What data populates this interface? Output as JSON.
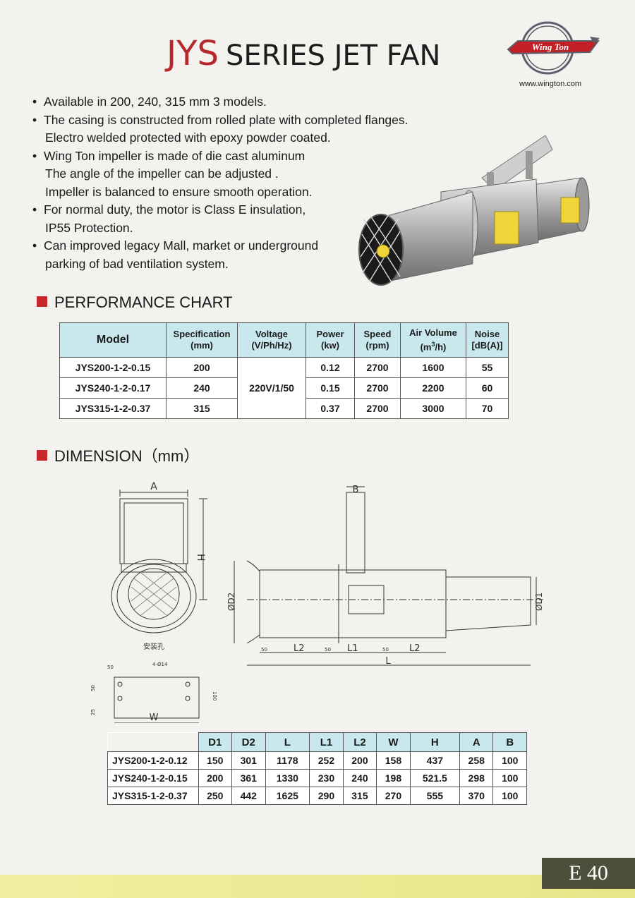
{
  "title": {
    "prefix": "JYS",
    "rest": "SERIES JET FAN"
  },
  "logo": {
    "text": "Wing Ton"
  },
  "website": "www.wington.com",
  "features": [
    {
      "lines": [
        "Available in 200, 240, 315 mm 3 models."
      ]
    },
    {
      "lines": [
        "The casing is constructed from rolled plate with completed flanges.",
        "Electro welded protected with epoxy powder coated."
      ]
    },
    {
      "lines": [
        "Wing Ton impeller is made of die cast aluminum",
        "The angle of the impeller can be adjusted .",
        "Impeller is balanced to ensure smooth operation."
      ]
    },
    {
      "lines": [
        "For normal duty, the motor is Class E insulation,",
        "IP55 Protection."
      ]
    },
    {
      "lines": [
        "Can improved legacy Mall, market or underground",
        "parking of bad ventilation system."
      ]
    }
  ],
  "sections": {
    "performance": "PERFORMANCE CHART",
    "dimension": "DIMENSION（mm）"
  },
  "performance": {
    "headers": {
      "model": "Model",
      "spec": [
        "Specification",
        "(mm)"
      ],
      "voltage": [
        "Voltage",
        "(V/Ph/Hz)"
      ],
      "power": [
        "Power",
        "(kw)"
      ],
      "speed": [
        "Speed",
        "(rpm)"
      ],
      "air": [
        "Air Volume",
        "(m",
        "3",
        "/h)"
      ],
      "noise": [
        "Noise",
        "[dB(A)]"
      ]
    },
    "voltage": "220V/1/50",
    "rows": [
      {
        "model": "JYS200-1-2-0.15",
        "spec": "200",
        "power": "0.12",
        "speed": "2700",
        "air": "1600",
        "noise": "55"
      },
      {
        "model": "JYS240-1-2-0.17",
        "spec": "240",
        "power": "0.15",
        "speed": "2700",
        "air": "2200",
        "noise": "60"
      },
      {
        "model": "JYS315-1-2-0.37",
        "spec": "315",
        "power": "0.37",
        "speed": "2700",
        "air": "3000",
        "noise": "70"
      }
    ]
  },
  "drawing": {
    "A": "A",
    "H": "H",
    "B": "B",
    "D1": "ØD1",
    "D2": "ØD2",
    "L": "L",
    "L1": "L1",
    "L2": "L2",
    "W": "W",
    "fifty": "50",
    "hundred": "100",
    "twentyfive": "25",
    "holes": "4-Ø14",
    "mount": "安装孔"
  },
  "dimension": {
    "headers": [
      "D1",
      "D2",
      "L",
      "L1",
      "L2",
      "W",
      "H",
      "A",
      "B"
    ],
    "rows": [
      {
        "model": "JYS200-1-2-0.12",
        "values": [
          "150",
          "301",
          "1178",
          "252",
          "200",
          "158",
          "437",
          "258",
          "100"
        ]
      },
      {
        "model": "JYS240-1-2-0.15",
        "values": [
          "200",
          "361",
          "1330",
          "230",
          "240",
          "198",
          "521.5",
          "298",
          "100"
        ]
      },
      {
        "model": "JYS315-1-2-0.37",
        "values": [
          "250",
          "442",
          "1625",
          "290",
          "315",
          "270",
          "555",
          "370",
          "100"
        ]
      }
    ]
  },
  "page_number": "E 40"
}
